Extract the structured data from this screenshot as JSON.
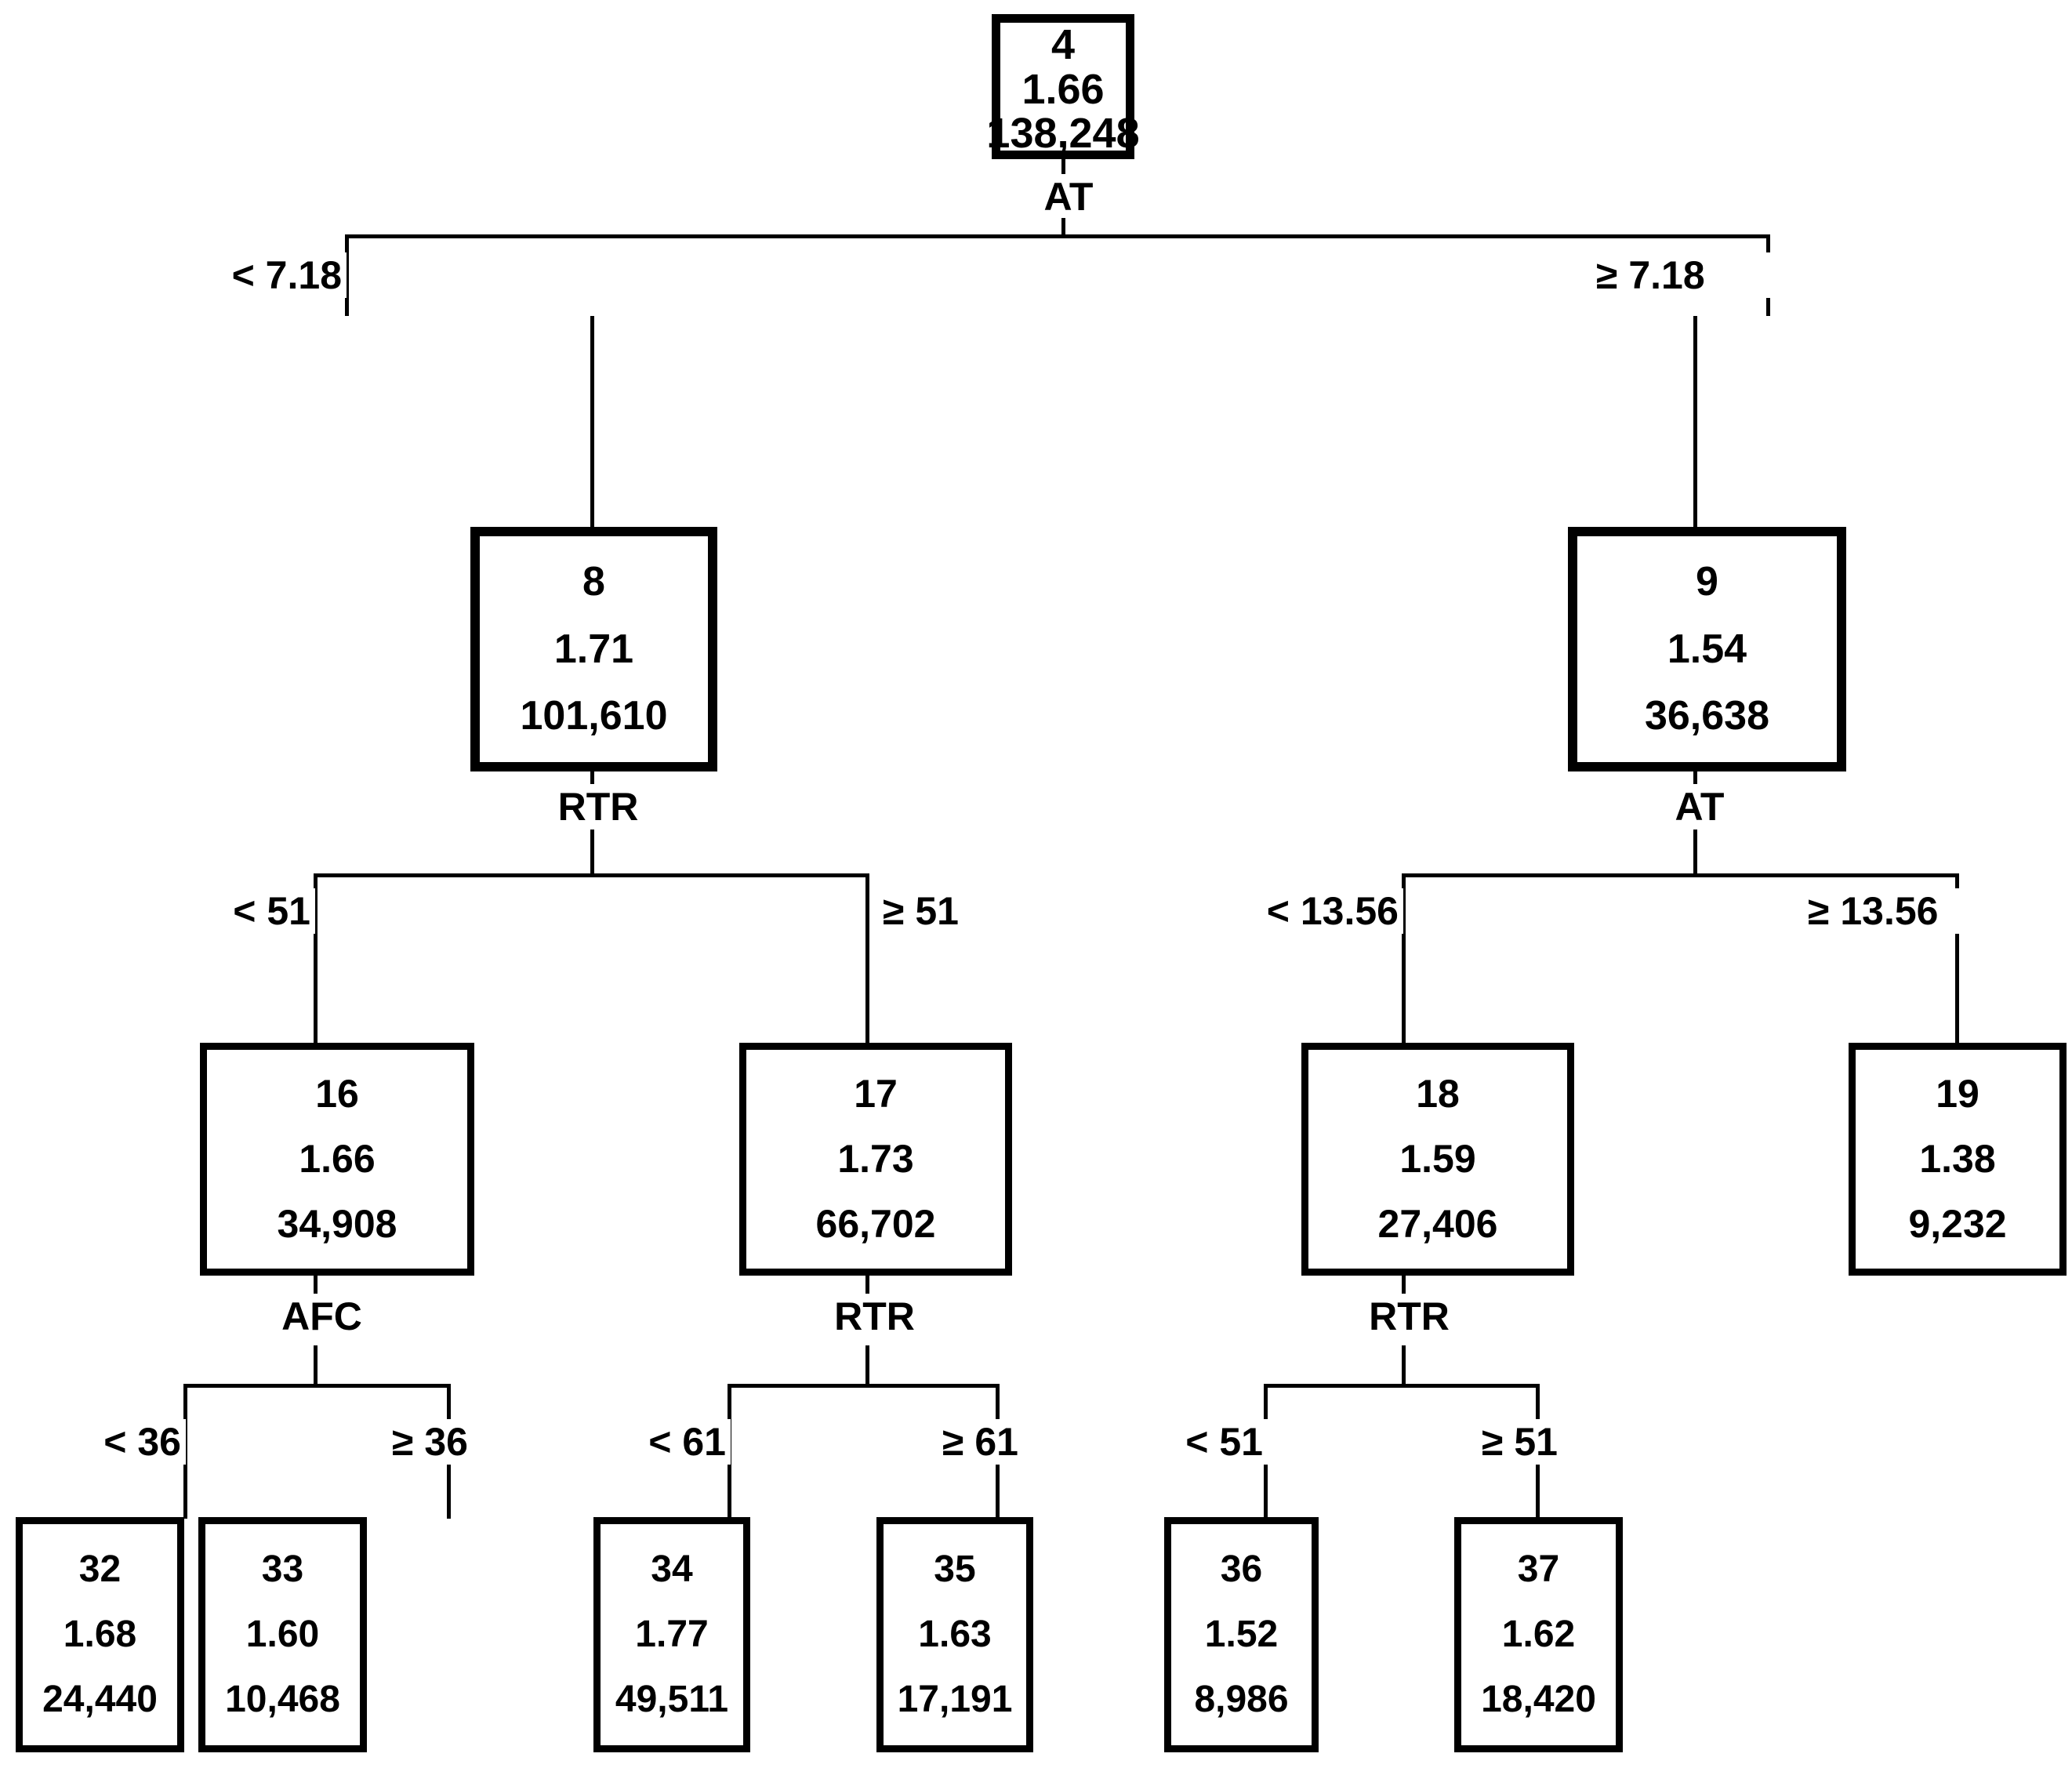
{
  "diagram": {
    "type": "decision-tree",
    "title": "",
    "node_fields": [
      "node_id",
      "mean_value",
      "sample_count"
    ],
    "nodes": {
      "n4": {
        "id": "4",
        "value": "1.66",
        "count": "138,248"
      },
      "n8": {
        "id": "8",
        "value": "1.71",
        "count": "101,610"
      },
      "n9": {
        "id": "9",
        "value": "1.54",
        "count": "36,638"
      },
      "n16": {
        "id": "16",
        "value": "1.66",
        "count": "34,908"
      },
      "n17": {
        "id": "17",
        "value": "1.73",
        "count": "66,702"
      },
      "n18": {
        "id": "18",
        "value": "1.59",
        "count": "27,406"
      },
      "n19": {
        "id": "19",
        "value": "1.38",
        "count": "9,232"
      },
      "n32": {
        "id": "32",
        "value": "1.68",
        "count": "24,440"
      },
      "n33": {
        "id": "33",
        "value": "1.60",
        "count": "10,468"
      },
      "n34": {
        "id": "34",
        "value": "1.77",
        "count": "49,511"
      },
      "n35": {
        "id": "35",
        "value": "1.63",
        "count": "17,191"
      },
      "n36": {
        "id": "36",
        "value": "1.52",
        "count": "8,986"
      },
      "n37": {
        "id": "37",
        "value": "1.62",
        "count": "18,420"
      }
    },
    "splits": {
      "s4": {
        "variable": "AT",
        "left": "< 7.18",
        "right": "≥  7.18"
      },
      "s8": {
        "variable": "RTR",
        "left": "< 51",
        "right": "≥ 51"
      },
      "s9": {
        "variable": "AT",
        "left": "< 13.56",
        "right": "≥ 13.56"
      },
      "s16": {
        "variable": "AFC",
        "left": "< 36",
        "right": "≥ 36"
      },
      "s17": {
        "variable": "RTR",
        "left": "< 61",
        "right": "≥ 61"
      },
      "s18": {
        "variable": "RTR",
        "left": "< 51",
        "right": "≥ 51"
      }
    },
    "colors": {
      "line": "#000000",
      "box_border": "#000000",
      "box_fill": "#ffffff",
      "text": "#000000"
    }
  }
}
